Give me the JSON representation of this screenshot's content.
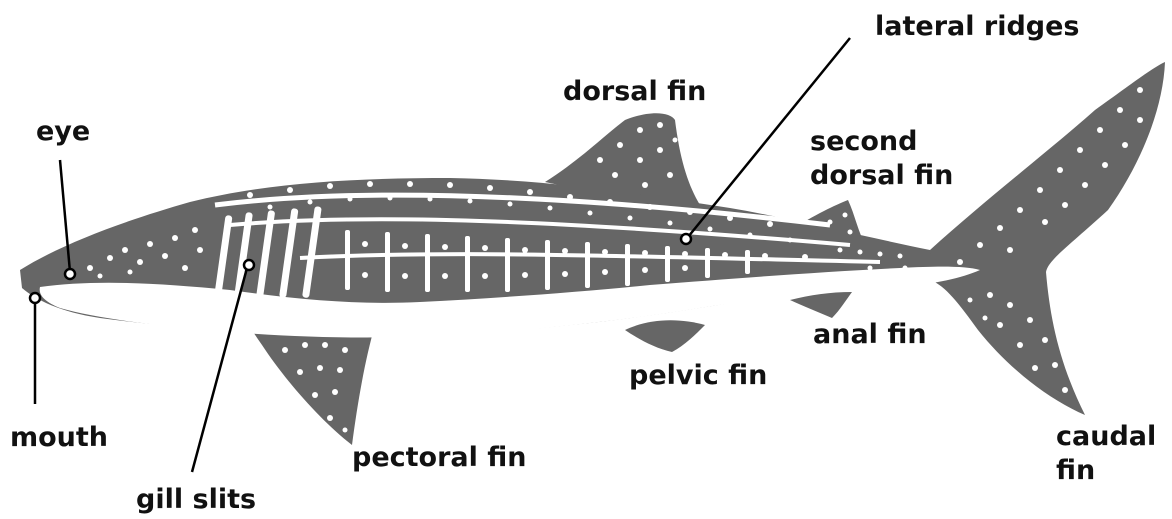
{
  "colors": {
    "body": "#666666",
    "belly": "#ffffff",
    "spots": "#ffffff",
    "text": "#111111",
    "leader": "#000000"
  },
  "labels": {
    "lateral_ridges": "lateral ridges",
    "dorsal_fin": "dorsal fin",
    "eye": "eye",
    "second_dorsal_fin_line1": "second",
    "second_dorsal_fin_line2": "dorsal fin",
    "mouth": "mouth",
    "pectoral_fin": "pectoral fin",
    "pelvic_fin": "pelvic fin",
    "anal_fin": "anal fin",
    "caudal_fin_line1": "caudal",
    "caudal_fin_line2": "fin",
    "gill_slits": "gill slits"
  }
}
